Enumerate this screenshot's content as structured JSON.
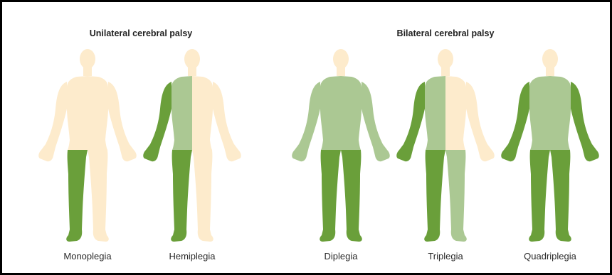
{
  "headings": {
    "unilateral": "Unilateral cerebral palsy",
    "bilateral": "Bilateral cerebral palsy"
  },
  "colors": {
    "unaffected": "#fdebcc",
    "mild": "#abc893",
    "severe": "#6a9f3a"
  },
  "figures": [
    {
      "label": "Monoplegia",
      "head": "unaffected",
      "torso_left": "unaffected",
      "torso_right": "unaffected",
      "arm_left": "unaffected",
      "arm_right": "unaffected",
      "leg_left": "severe",
      "leg_right": "unaffected"
    },
    {
      "label": "Hemiplegia",
      "head": "unaffected",
      "torso_left": "mild",
      "torso_right": "unaffected",
      "arm_left": "severe",
      "arm_right": "unaffected",
      "leg_left": "severe",
      "leg_right": "unaffected"
    },
    {
      "label": "Diplegia",
      "head": "unaffected",
      "torso_left": "mild",
      "torso_right": "mild",
      "arm_left": "mild",
      "arm_right": "mild",
      "leg_left": "severe",
      "leg_right": "severe"
    },
    {
      "label": "Triplegia",
      "head": "unaffected",
      "torso_left": "mild",
      "torso_right": "unaffected",
      "arm_left": "severe",
      "arm_right": "unaffected",
      "leg_left": "severe",
      "leg_right": "mild"
    },
    {
      "label": "Quadriplegia",
      "head": "unaffected",
      "torso_left": "mild",
      "torso_right": "mild",
      "arm_left": "severe",
      "arm_right": "severe",
      "leg_left": "severe",
      "leg_right": "severe"
    }
  ]
}
